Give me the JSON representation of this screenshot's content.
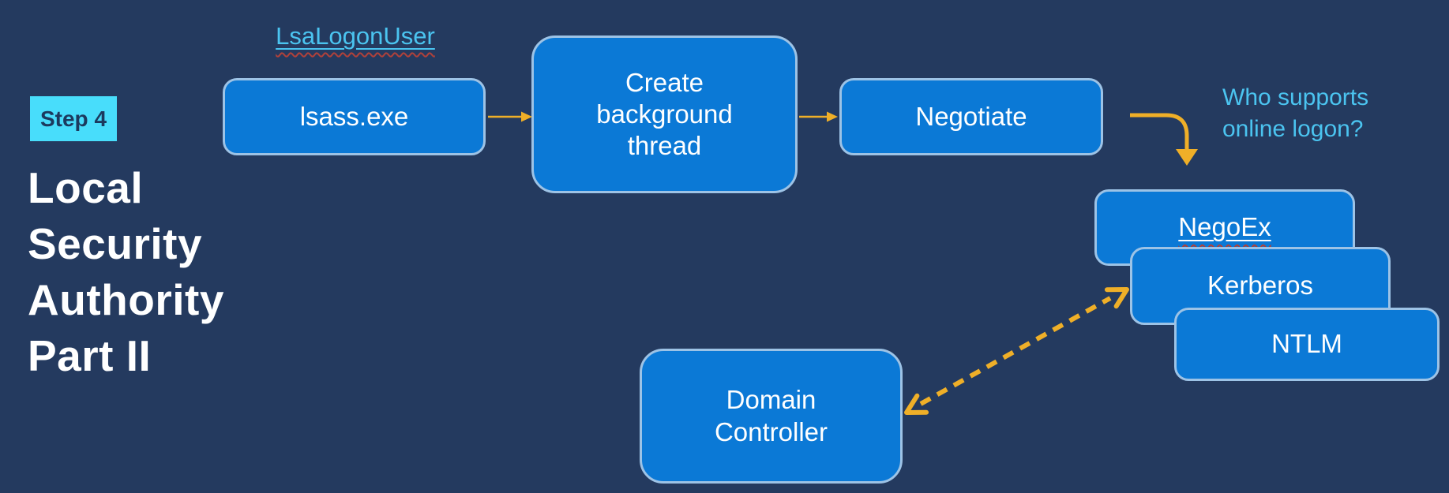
{
  "slide": {
    "title": "Local Security Authority Part II",
    "step_badge": "Step 4",
    "api_label": "LsaLogonUser",
    "annotation": "Who supports online logon?"
  },
  "nodes": {
    "lsass": "lsass.exe",
    "create_thread": "Create background thread",
    "negotiate": "Negotiate",
    "negoex": "NegoEx",
    "kerberos": "Kerberos",
    "ntlm": "NTLM",
    "domain_controller": "Domain Controller"
  },
  "edges": [
    {
      "from": "lsass.exe",
      "to": "Create background thread",
      "style": "solid-arrow"
    },
    {
      "from": "Create background thread",
      "to": "Negotiate",
      "style": "solid-arrow"
    },
    {
      "from": "Negotiate",
      "to": "NegoEx / Kerberos / NTLM stack",
      "style": "elbow-down-arrow"
    },
    {
      "from": "Domain Controller",
      "to": "Kerberos",
      "style": "dashed-double-arrow"
    }
  ],
  "colors": {
    "background": "#243a5f",
    "node_fill": "#0b79d6",
    "node_border": "#9dc3e6",
    "node_text": "#ffffff",
    "accent_cyan": "#4bc4f0",
    "badge_fill": "#48ddfb",
    "badge_text": "#1c3a5e",
    "arrow_gold": "#efaf28",
    "squiggle_red": "#b0413a",
    "title_text": "#ffffff"
  }
}
